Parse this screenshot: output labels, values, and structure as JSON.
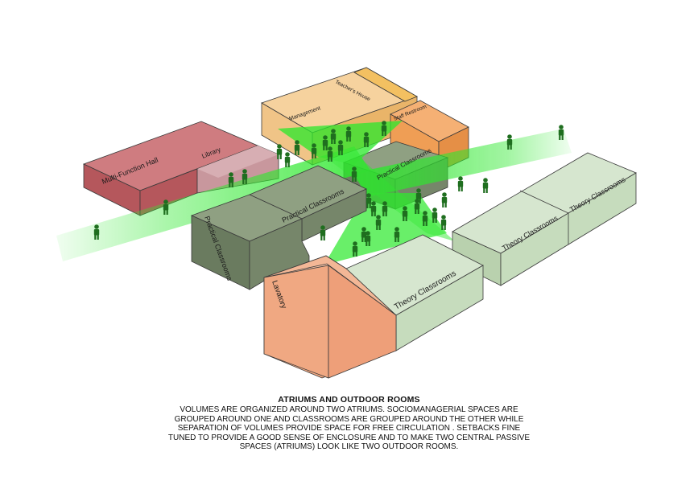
{
  "colors": {
    "multifunction": "#b5575c",
    "library": "#c8979d",
    "management": "#f0c487",
    "teachers_house": "#f0b75b",
    "staff_restroom": "#ef9e55",
    "practical": "#76866a",
    "theory": "#c6dcbd",
    "lavatory": "#f0a882",
    "atrium_green": "#2ee82e",
    "person": "#1f6e1f"
  },
  "blocks": {
    "multifunction_hall": "Multi-Function Hall",
    "library": "Library",
    "management": "Management",
    "teachers_house": "Teacher's House",
    "staff_restroom": "Staff Restroom",
    "practical_top": "Practical Classrooms",
    "practical_mid": "Practical Classrooms",
    "practical_left": "Practical Classrooms",
    "theory_a": "Theory Classrooms",
    "theory_b": "Theory Classrooms",
    "theory_front": "Theory Classrooms",
    "lavatory": "Lavatory"
  },
  "caption": {
    "title": "ATRIUMS AND OUTDOOR ROOMS",
    "lines": [
      "VOLUMES ARE ORGANIZED AROUND TWO ATRIUMS. SOCIOMANAGERIAL SPACES ARE",
      "GROUPED AROUND ONE AND CLASSROOMS ARE GROUPED AROUND THE OTHER WHILE",
      "SEPARATION OF VOLUMES PROVIDE SPACE FOR FREE CIRCULATION . SETBACKS FINE",
      "TUNED TO PROVIDE A GOOD SENSE OF ENCLOSURE AND TO MAKE TWO CENTRAL PASSIVE",
      "SPACES (ATRIUMS) LOOK LIKE TWO OUTDOOR ROOMS."
    ]
  }
}
